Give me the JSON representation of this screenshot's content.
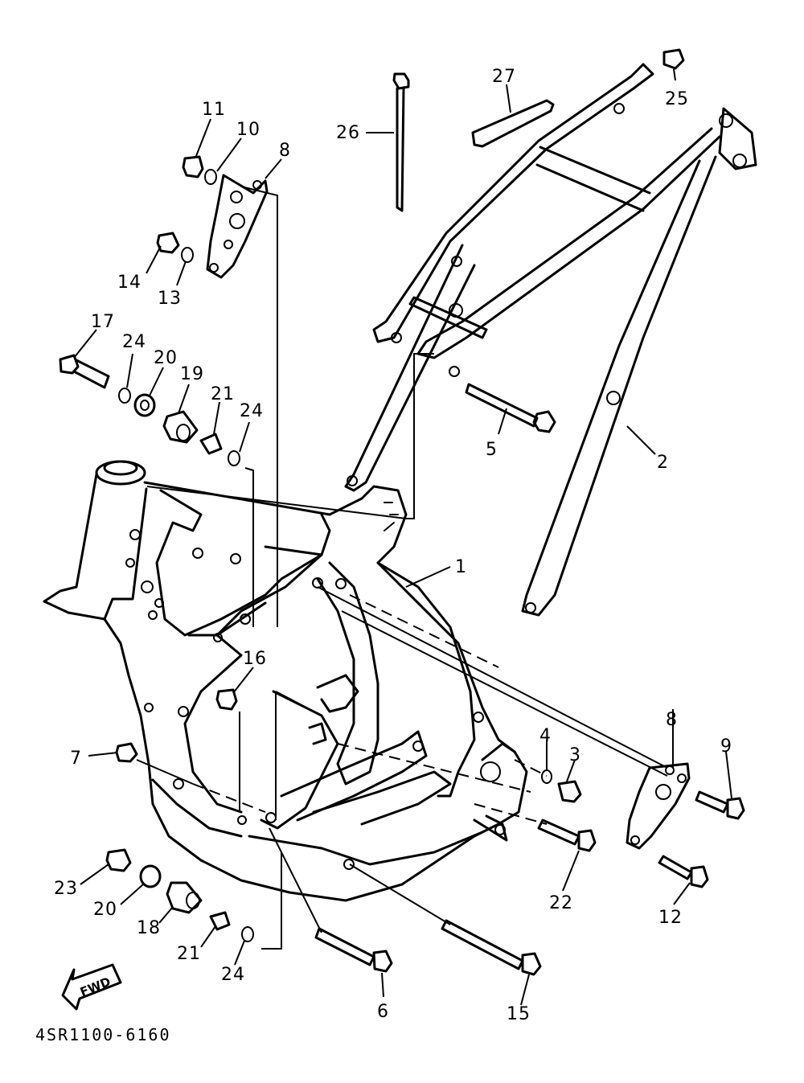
{
  "diagram_code": "4SR1100-6160",
  "fwd_label": "FWD",
  "callouts": {
    "c1": "1",
    "c2": "2",
    "c3": "3",
    "c4": "4",
    "c5": "5",
    "c6": "6",
    "c7": "7",
    "c8a": "8",
    "c8b": "8",
    "c9": "9",
    "c10": "10",
    "c11": "11",
    "c12": "12",
    "c13": "13",
    "c14": "14",
    "c15": "15",
    "c16": "16",
    "c17": "17",
    "c18": "18",
    "c19": "19",
    "c20a": "20",
    "c20b": "20",
    "c21a": "21",
    "c21b": "21",
    "c22": "22",
    "c23": "23",
    "c24a": "24",
    "c24b": "24",
    "c24c": "24",
    "c25": "25",
    "c26": "26",
    "c27": "27"
  }
}
